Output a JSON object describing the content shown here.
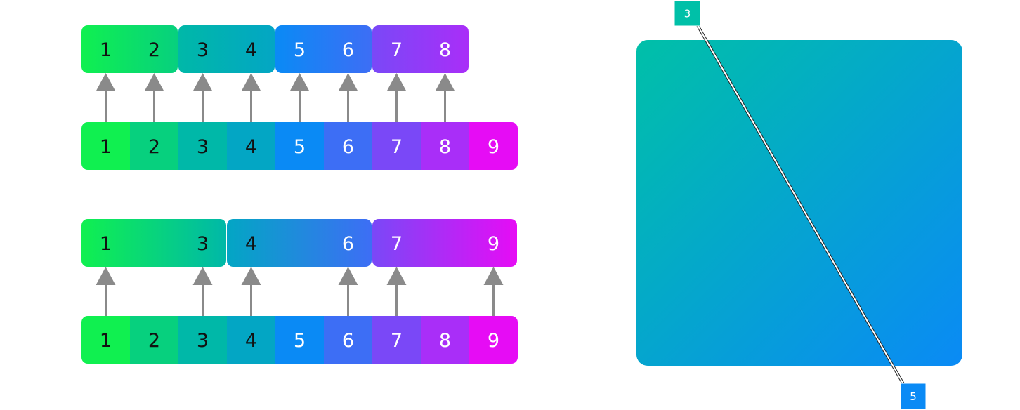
{
  "palette": {
    "1": "#10f050",
    "2": "#07d07e",
    "3": "#00b8a8",
    "4": "#03a6c4",
    "5": "#0a8af5",
    "6": "#3d6ef5",
    "7": "#7a48f7",
    "8": "#a92ef8",
    "9": "#e60cf5"
  },
  "arrow_color": "#8a8a8a",
  "top_diagram": {
    "source_cells": [
      "1",
      "2",
      "3",
      "4",
      "5",
      "6",
      "7",
      "8",
      "9"
    ],
    "target_groups": [
      {
        "labels": [
          "1",
          "2"
        ]
      },
      {
        "labels": [
          "3",
          "4"
        ]
      },
      {
        "labels": [
          "5",
          "6"
        ]
      },
      {
        "labels": [
          "7",
          "8"
        ]
      }
    ],
    "arrows": [
      "1",
      "2",
      "3",
      "4",
      "5",
      "6",
      "7",
      "8"
    ]
  },
  "bottom_diagram": {
    "source_cells": [
      "1",
      "2",
      "3",
      "4",
      "5",
      "6",
      "7",
      "8",
      "9"
    ],
    "target_groups": [
      {
        "span": [
          "1",
          "3"
        ],
        "labels": [
          "1",
          "3"
        ]
      },
      {
        "span": [
          "4",
          "6"
        ],
        "labels": [
          "4",
          "6"
        ]
      },
      {
        "span": [
          "7",
          "9"
        ],
        "labels": [
          "7",
          "9"
        ]
      }
    ],
    "arrows": [
      "1",
      "3",
      "4",
      "6",
      "7",
      "9"
    ]
  },
  "gradient_panel": {
    "start_label": "3",
    "end_label": "5",
    "start_color": "#00c0a8",
    "end_color": "#0a8af5"
  }
}
